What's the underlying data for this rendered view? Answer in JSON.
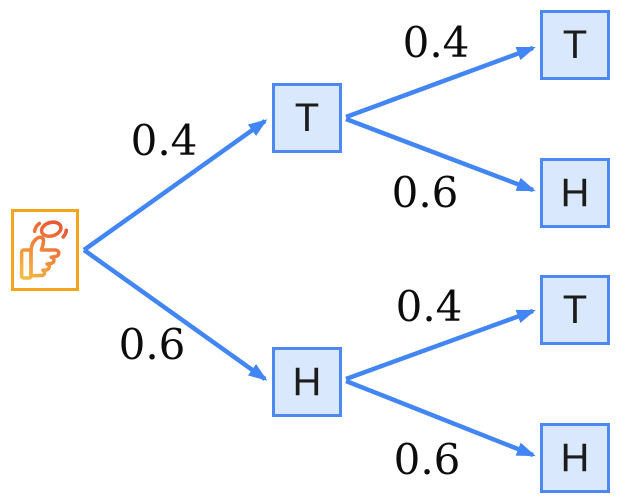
{
  "diagram": {
    "type": "probability-tree",
    "description": "Two-stage coin flip probability tree",
    "root": {
      "icon": "coin-flip-hand-icon"
    },
    "level1": [
      {
        "id": "T",
        "label": "T",
        "probability": "0.4"
      },
      {
        "id": "H",
        "label": "H",
        "probability": "0.6"
      }
    ],
    "level2": [
      {
        "parent": "T",
        "label": "T",
        "probability": "0.4"
      },
      {
        "parent": "T",
        "label": "H",
        "probability": "0.6"
      },
      {
        "parent": "H",
        "label": "T",
        "probability": "0.4"
      },
      {
        "parent": "H",
        "label": "H",
        "probability": "0.6"
      }
    ],
    "colors": {
      "arrow": "#4285f4",
      "node_fill": "#d9e8fc",
      "node_border": "#4e89f3",
      "root_border": "#f5a51d",
      "icon_gradient_start": "#f8c741",
      "icon_gradient_end": "#e8432f",
      "text": "#0c0c0c"
    }
  }
}
